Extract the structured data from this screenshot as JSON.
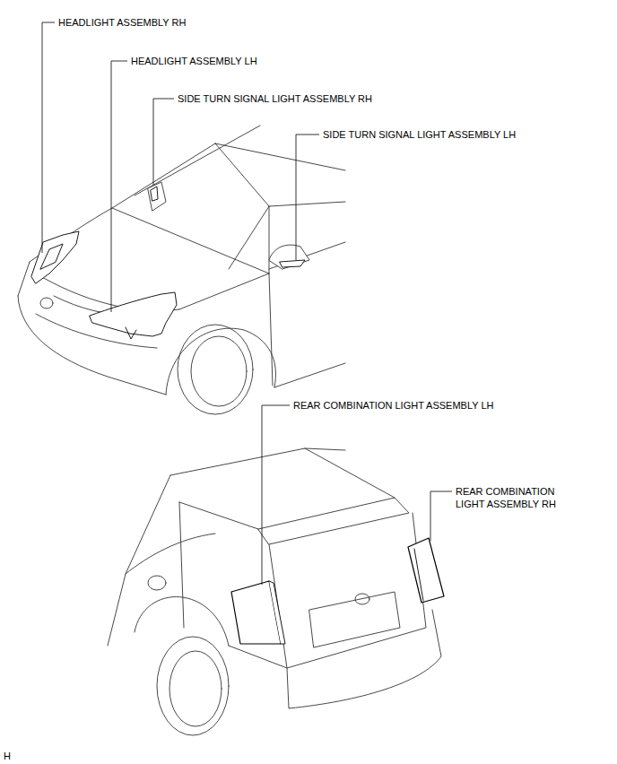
{
  "diagram": {
    "labels": [
      "HEADLIGHT ASSEMBLY RH",
      "HEADLIGHT ASSEMBLY LH",
      "SIDE TURN SIGNAL LIGHT ASSEMBLY RH",
      "SIDE TURN SIGNAL LIGHT ASSEMBLY LH",
      "REAR COMBINATION LIGHT ASSEMBLY LH",
      "REAR COMBINATION LIGHT ASSEMBLY RH",
      "H"
    ]
  }
}
